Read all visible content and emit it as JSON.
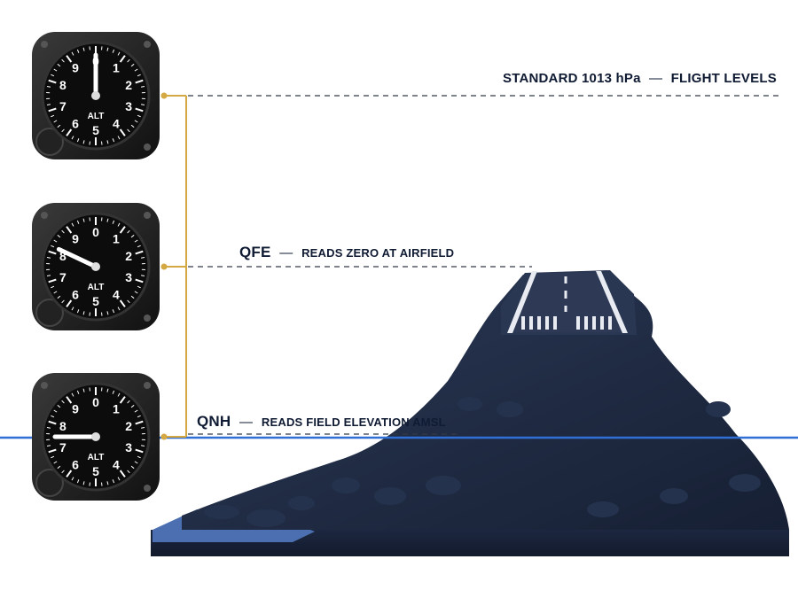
{
  "labels": {
    "standard": {
      "main": "STANDARD 1013 hPa",
      "dash": "—",
      "rest": "FLIGHT LEVELS"
    },
    "qfe": {
      "code": "QFE",
      "dash": "—",
      "rest": "READS ZERO AT AIRFIELD"
    },
    "qnh": {
      "code": "QNH",
      "dash": "—",
      "rest": "READS FIELD ELEVATION AMSL"
    }
  },
  "altimeters": [
    {
      "id": "standard",
      "dial_text": "ALT",
      "numbers": [
        "0",
        "1",
        "2",
        "3",
        "4",
        "5",
        "6",
        "7",
        "8",
        "9"
      ],
      "hand_position": 0
    },
    {
      "id": "qfe",
      "dial_text": "ALT",
      "numbers": [
        "0",
        "1",
        "2",
        "3",
        "4",
        "5",
        "6",
        "7",
        "8",
        "9"
      ],
      "hand_position": 8.2
    },
    {
      "id": "qnh",
      "dial_text": "ALT",
      "numbers": [
        "0",
        "1",
        "2",
        "3",
        "4",
        "5",
        "6",
        "7",
        "8",
        "9"
      ],
      "hand_position": 7.5
    }
  ],
  "colors": {
    "connector": "#d4a843",
    "sea_level": "#2f6fd6",
    "terrain": "#1f2b45",
    "dial_text": "#0f1a33"
  }
}
